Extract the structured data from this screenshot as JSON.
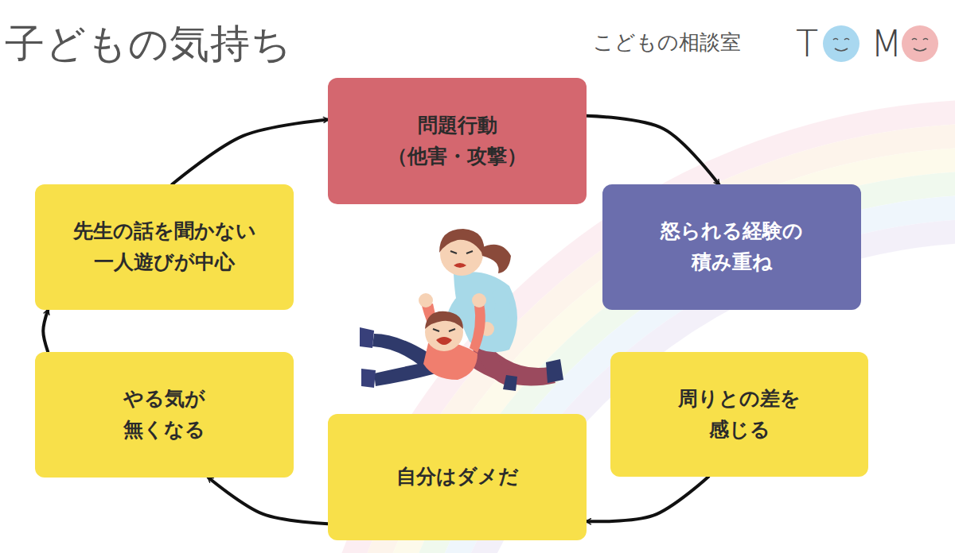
{
  "diagram": {
    "title": "子どもの気持ち",
    "nodes": [
      {
        "text": [
          "問題行動 （他害・攻撃）"
        ]
      },
      {
        "text": [
          "怒られる経験の 積み重ね"
        ]
      },
      {
        "text": [
          "周りとの差を 感じる"
        ]
      },
      {
        "text": [
          "自分はダメだ"
        ]
      },
      {
        "text": [
          "やる気が 無くなる"
        ]
      },
      {
        "text": [
          "先生の話を聞かない 一人遊びが中心"
        ]
      }
    ],
    "edges": [
      {
        "from": 0,
        "to": 1,
        "arrow": "to"
      },
      {
        "from": 2,
        "to": 3,
        "arrow": "to"
      },
      {
        "from": 3,
        "to": 4,
        "arrow": "to"
      },
      {
        "from": 4,
        "to": 5,
        "arrow": "to"
      },
      {
        "from": 5,
        "to": 0,
        "arrow": "to"
      }
    ],
    "labels": [
      "こどもの相談室",
      "T",
      "M"
    ]
  }
}
